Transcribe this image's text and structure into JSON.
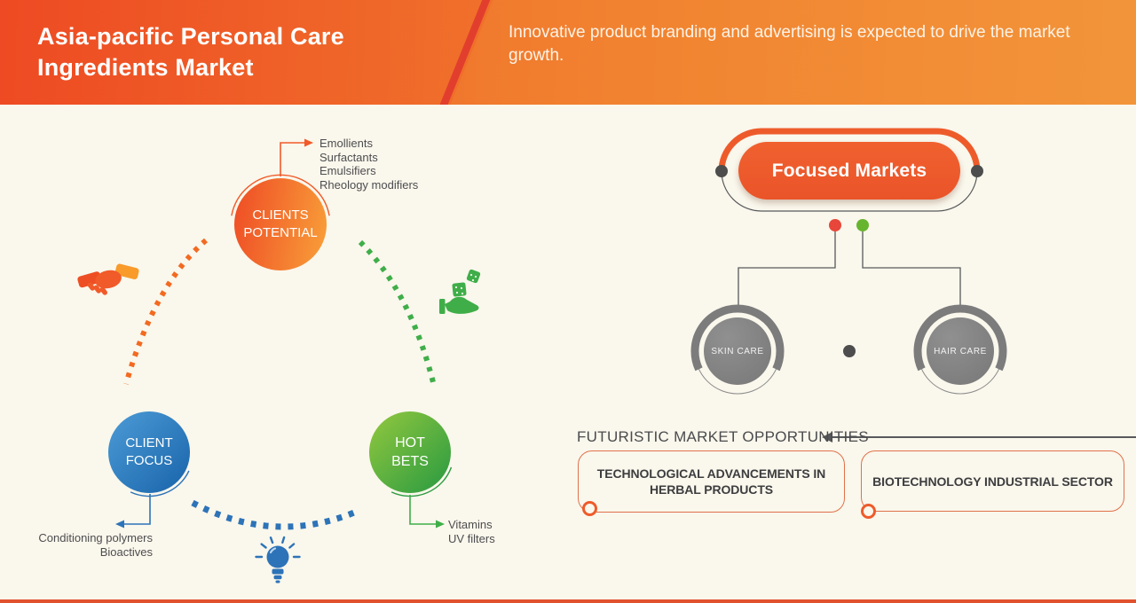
{
  "header": {
    "title": "Asia-pacific Personal Care\nIngredients Market",
    "subtitle": "Innovative product branding and advertising is expected to drive the market growth."
  },
  "nodes": {
    "clients_potential": {
      "label": "CLIENTS\nPOTENTIAL",
      "items": [
        "Emollients",
        "Surfactants",
        "Emulsifiers",
        "Rheology modifiers"
      ]
    },
    "client_focus": {
      "label": "CLIENT\nFOCUS",
      "items": [
        "Conditioning polymers",
        "Bioactives"
      ]
    },
    "hot_bets": {
      "label": "HOT\nBETS",
      "items": [
        "Vitamins",
        "UV filters"
      ]
    }
  },
  "icons": {
    "handshake": "handshake-icon",
    "dice_in_hand": "dice-in-hand-icon",
    "lightbulb": "lightbulb-icon"
  },
  "focused_markets": {
    "title": "Focused Markets",
    "markets": [
      {
        "label": "SKIN CARE"
      },
      {
        "label": "HAIR CARE"
      }
    ]
  },
  "opportunities": {
    "title": "FUTURISTIC MARKET OPPORTUNITIES",
    "items": [
      "TECHNOLOGICAL ADVANCEMENTS IN\nHERBAL PRODUCTS",
      "BIOTECHNOLOGY INDUSTRIAL SECTOR"
    ]
  },
  "colors": {
    "header_gradient_start": "#ee4a23",
    "header_gradient_end": "#f1923a",
    "accent_orange": "#ee5b2b",
    "accent_blue": "#2d73b8",
    "accent_green": "#3fae49",
    "accent_red_dot": "#e8463a",
    "accent_green_dot": "#67b52f",
    "neutral_gray": "#58595b",
    "background": "#faf7ec"
  }
}
